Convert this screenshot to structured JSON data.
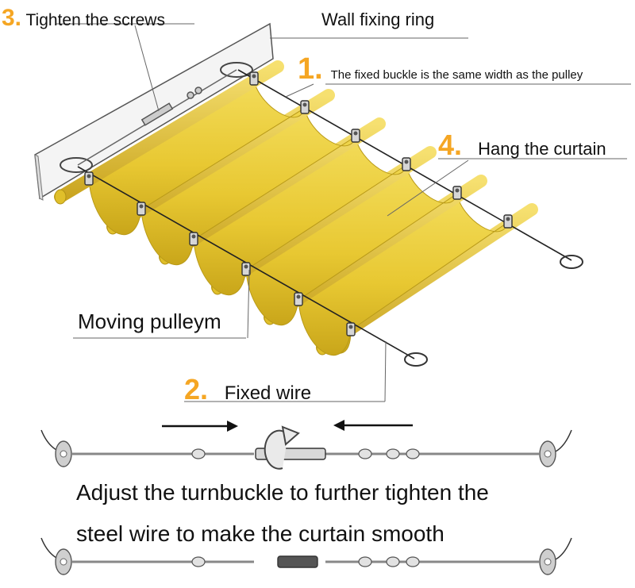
{
  "labels": {
    "step3_number": "3.",
    "step3_text": "Tighten the screws",
    "wall_ring": "Wall fixing ring",
    "step1_number": "1.",
    "step1_text": "The fixed buckle is the same width as the pulley",
    "step4_number": "4.",
    "step4_text": "Hang the curtain",
    "moving_pulley": "Moving pulleym",
    "step2_number": "2.",
    "step2_text": "Fixed wire"
  },
  "caption": {
    "line1": "Adjust the turnbuckle to further tighten the",
    "line2": "steel wire to make the curtain smooth"
  },
  "colors": {
    "curtain": "#e8c832",
    "curtain_shadow": "#c9a61a",
    "step_number": "#f5a623",
    "wire": "#222222"
  },
  "icons": {
    "rotate": "rotate-arrow-icon",
    "arrow_right": "arrow-right-icon",
    "arrow_left": "arrow-left-icon"
  }
}
